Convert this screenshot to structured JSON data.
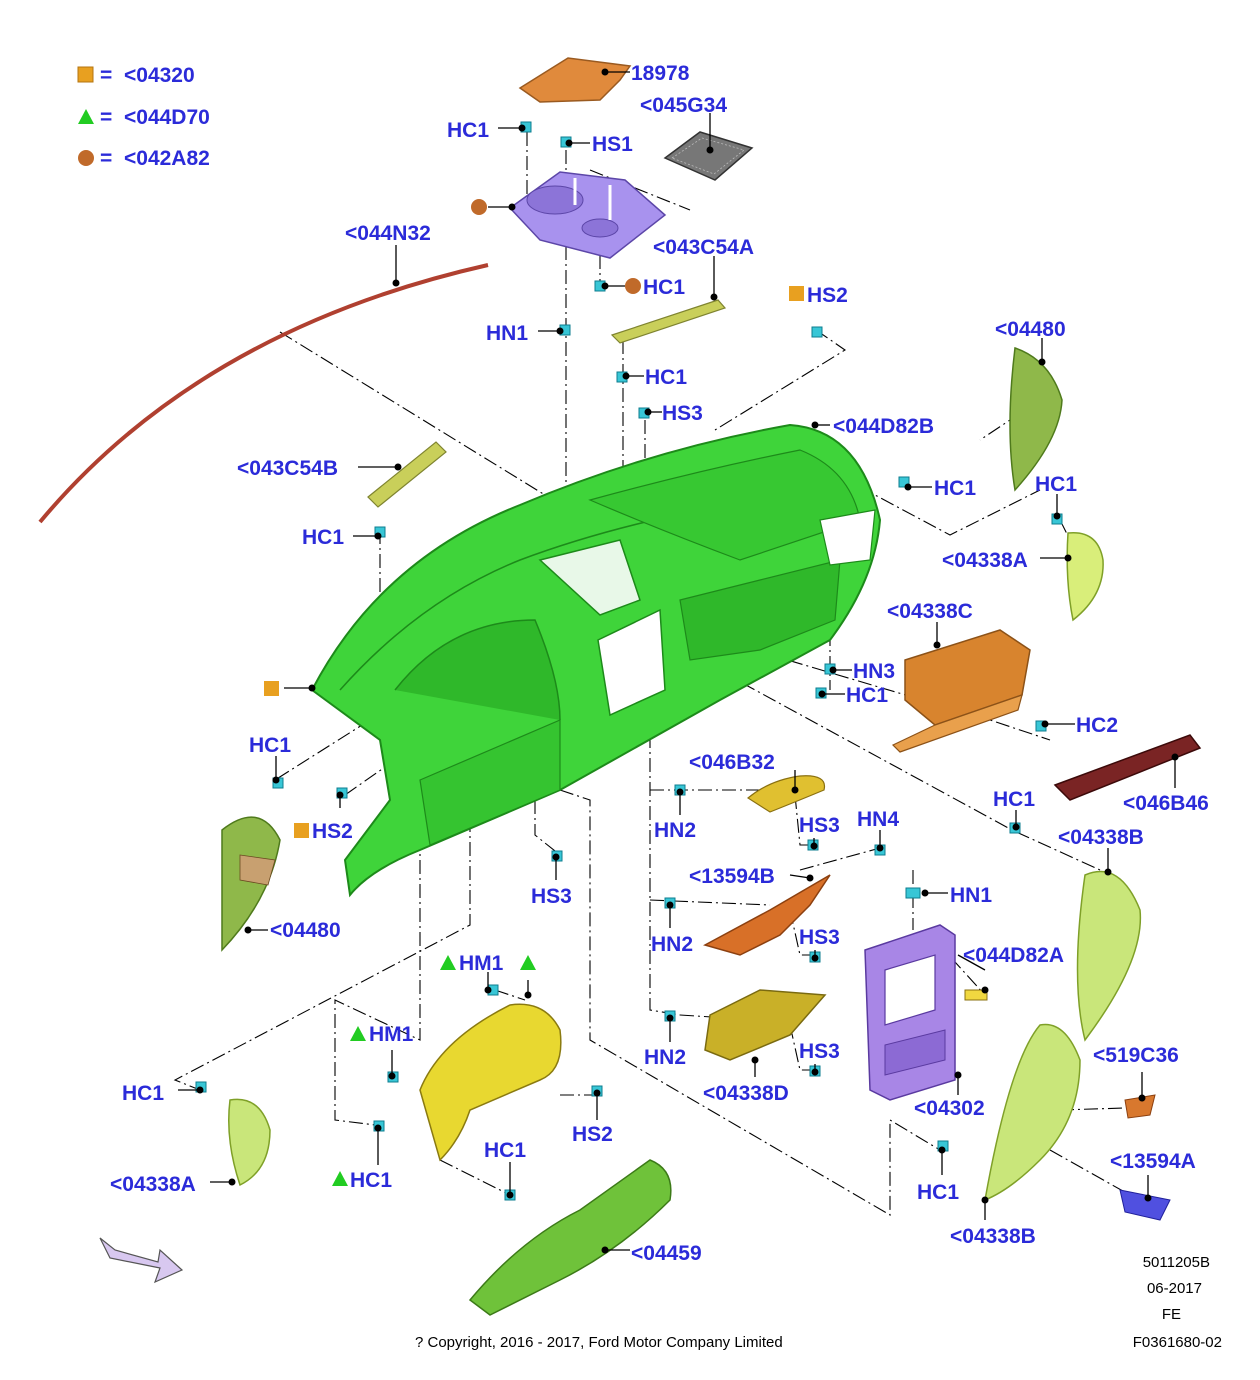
{
  "legend": [
    {
      "symbol": "square",
      "color": "#e8a020",
      "code": "<04320"
    },
    {
      "symbol": "triangle",
      "color": "#22cc22",
      "code": "<044D70"
    },
    {
      "symbol": "circle",
      "color": "#c06a2a",
      "code": "<042A82"
    }
  ],
  "legend_eq": "=",
  "parts": {
    "p18978": "18978",
    "p045G34": "<045G34",
    "p044N32": "<044N32",
    "p043C54A": "<043C54A",
    "p043C54B": "<043C54B",
    "p04480_r": "<04480",
    "p04480_l": "<04480",
    "p044D82B": "<044D82B",
    "p04338A_r": "<04338A",
    "p04338A_l": "<04338A",
    "p04338C": "<04338C",
    "p046B46": "<046B46",
    "p04338B_r": "<04338B",
    "p04338B_b": "<04338B",
    "p046B32": "<046B32",
    "p13594B": "<13594B",
    "p04338D": "<04338D",
    "p044D82A": "<044D82A",
    "p04302": "<04302",
    "p519C36": "<519C36",
    "p13594A": "<13594A",
    "p04459": "<04459"
  },
  "fasteners": {
    "hc1_top": "HC1",
    "hs1": "HS1",
    "hc1_hvac": "HC1",
    "hs2_top": "HS2",
    "hn1_top": "HN1",
    "hc1_mid": "HC1",
    "hs3_top": "HS3",
    "hc1_right": "HC1",
    "hc1_right2": "HC1",
    "hc1_left": "HC1",
    "hn3": "HN3",
    "hc1_center": "HC1",
    "hc2": "HC2",
    "hc1_leftend": "HC1",
    "hs2_left": "HS2",
    "hs3_left": "HS3",
    "hn2_a": "HN2",
    "hs3_a": "HS3",
    "hn4": "HN4",
    "hc1_b": "HC1",
    "hn2_b": "HN2",
    "hs3_b": "HS3",
    "hn1_b": "HN1",
    "hn2_c": "HN2",
    "hs3_c": "HS3",
    "hm1_a": "HM1",
    "hm1_b": "HM1",
    "hc1_low": "HC1",
    "hs2_low": "HS2",
    "hc1_glove": "HC1",
    "hc1_ll": "HC1",
    "hc1_br": "HC1"
  },
  "footer": {
    "copyright": "? Copyright, 2016 - 2017, Ford Motor Company Limited",
    "ref1": "5011205B",
    "ref2": "06-2017",
    "ref3": "FE",
    "ref4": "F0361680-02"
  },
  "colors": {
    "label_blue": "#2b2bd9",
    "panel_green": "#3fd43a",
    "orange": "#e08a3c",
    "purple": "#9b7ee6",
    "yellow": "#e8d830",
    "lime": "#b7e06a",
    "maroon": "#7a2424"
  }
}
